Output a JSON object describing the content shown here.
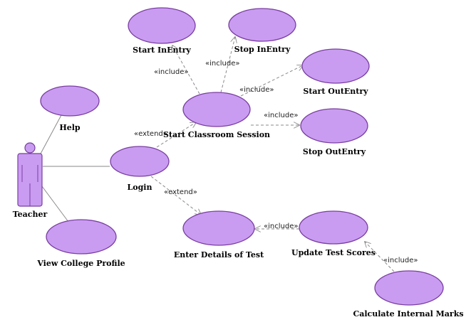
{
  "actor": {
    "name": "Teacher"
  },
  "use_cases": {
    "start_inentry": "Start InEntry",
    "stop_inentry": "Stop InEntry",
    "start_outentry": "Start OutEntry",
    "stop_outentry": "Stop OutEntry",
    "help": "Help",
    "start_classroom_session": "Start Classroom Session",
    "login": "Login",
    "view_college_profile": "View College Profile",
    "enter_details_of_test": "Enter Details of Test",
    "update_test_scores": "Update Test Scores",
    "calculate_internal_marks": "Calculate Internal Marks"
  },
  "stereotypes": {
    "include": "«include»",
    "extend": "«extend»"
  },
  "colors": {
    "use_case_fill": "#c99cf2",
    "use_case_stroke": "#7a3ea0",
    "line": "#8a8a8a"
  }
}
